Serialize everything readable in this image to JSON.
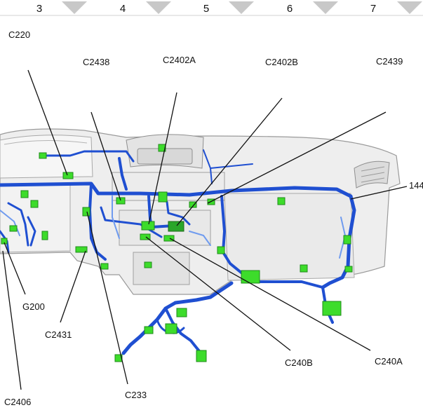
{
  "header": {
    "columns": [
      "3",
      "4",
      "5",
      "6",
      "7"
    ]
  },
  "callouts": {
    "c220": "C220",
    "c2438": "C2438",
    "c2402a": "C2402A",
    "c2402b": "C2402B",
    "c2439": "C2439",
    "c144": "144",
    "g200": "G200",
    "c2431": "C2431",
    "c2406": "C2406",
    "c233": "C233",
    "c240b": "C240B",
    "c240a": "C240A"
  },
  "colors": {
    "harness": "#1f4fd1",
    "harness_light": "#6f9bef",
    "connector": "#3ddc2b",
    "connector_dark": "#1f8a1a",
    "dash_fill": "#eeeeee",
    "dash_stroke": "#9a9a9a",
    "leader": "#111111",
    "header_tri": "#c8c8c8"
  }
}
